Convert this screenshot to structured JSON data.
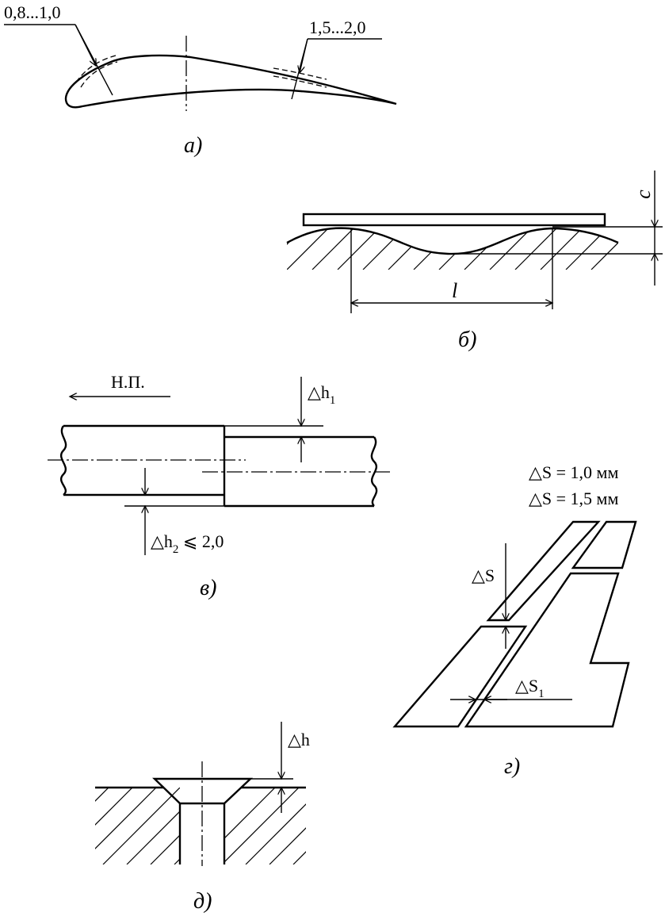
{
  "figure_a": {
    "caption": "а)",
    "dim_left": "0,8...1,0",
    "dim_right": "1,5...2,0"
  },
  "figure_b": {
    "caption": "б)",
    "label_c": "c",
    "label_l": "l"
  },
  "figure_v": {
    "caption": "в)",
    "direction_label": "Н.П.",
    "dh1": "△h",
    "dh1_sub": "1",
    "dh2": "△h",
    "dh2_sub": "2",
    "dh2_limit": " ⩽ 2,0"
  },
  "figure_g": {
    "caption": "г)",
    "spec_line1": "△S = 1,0 мм",
    "spec_line2": "△S = 1,5 мм",
    "ds_label": "△S",
    "ds1_label": "△S",
    "ds1_sub": "1"
  },
  "figure_d": {
    "caption": "д)",
    "dh_label": "△h"
  }
}
